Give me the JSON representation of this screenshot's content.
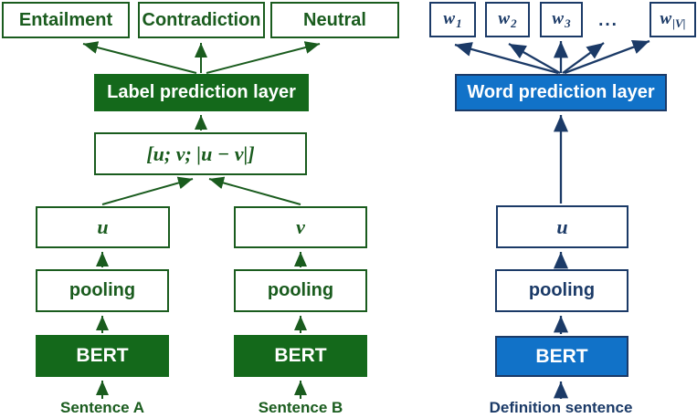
{
  "theme": {
    "green_fill": "#14691b",
    "green_dark": "#1a5c1e",
    "blue_fill": "#1172c8",
    "navy": "#1b3a67",
    "white_text": "#ffffff",
    "bg": "#ffffff"
  },
  "left": {
    "outputs": [
      "Entailment",
      "Contradiction",
      "Neutral"
    ],
    "prediction_layer": "Label prediction layer",
    "concat": "[u; v; |u − v|]",
    "u": "u",
    "v": "v",
    "pooling_a": "pooling",
    "pooling_b": "pooling",
    "bert_a": "BERT",
    "bert_b": "BERT",
    "input_a": "Sentence A",
    "input_b": "Sentence B"
  },
  "right": {
    "words": [
      {
        "base": "w",
        "sub": "1"
      },
      {
        "base": "w",
        "sub": "2"
      },
      {
        "base": "w",
        "sub": "3"
      },
      {
        "base": "w",
        "sub": "|V|"
      }
    ],
    "dots": "...",
    "prediction_layer": "Word prediction layer",
    "u": "u",
    "pooling": "pooling",
    "bert": "BERT",
    "input": "Definition sentence"
  }
}
